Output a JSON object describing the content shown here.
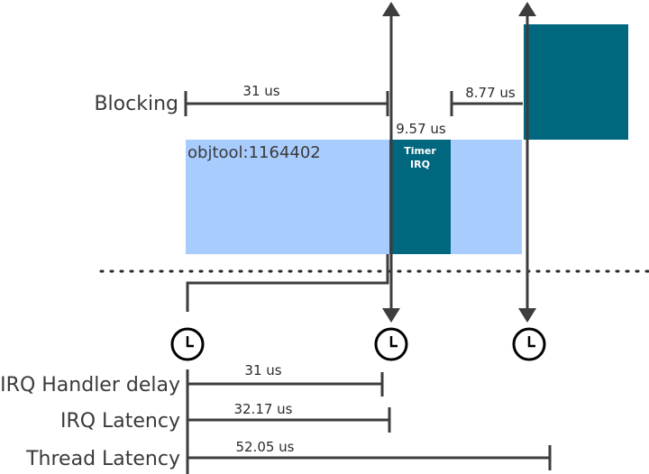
{
  "labels": {
    "blocking": "Blocking",
    "task": "objtool:1164402",
    "irq_line1": "Timer",
    "irq_line2": "IRQ",
    "irq_handler_delay": "IRQ Handler delay",
    "irq_latency": "IRQ Latency",
    "thread_latency": "Thread Latency"
  },
  "annotations": {
    "blocking_1": "31 us",
    "irq_duration": "9.57 us",
    "blocking_2": "8.77 us",
    "handler_delay": "31 us",
    "irq_latency": "32.17 us",
    "thread_latency": "52.05 us"
  },
  "icons": [
    "clock-icon",
    "clock-icon",
    "clock-icon"
  ],
  "colors": {
    "task_bar": "#a9ccff",
    "irq_bar": "#00677f",
    "line": "#3d3d3d",
    "text": "#3a3a3a"
  }
}
